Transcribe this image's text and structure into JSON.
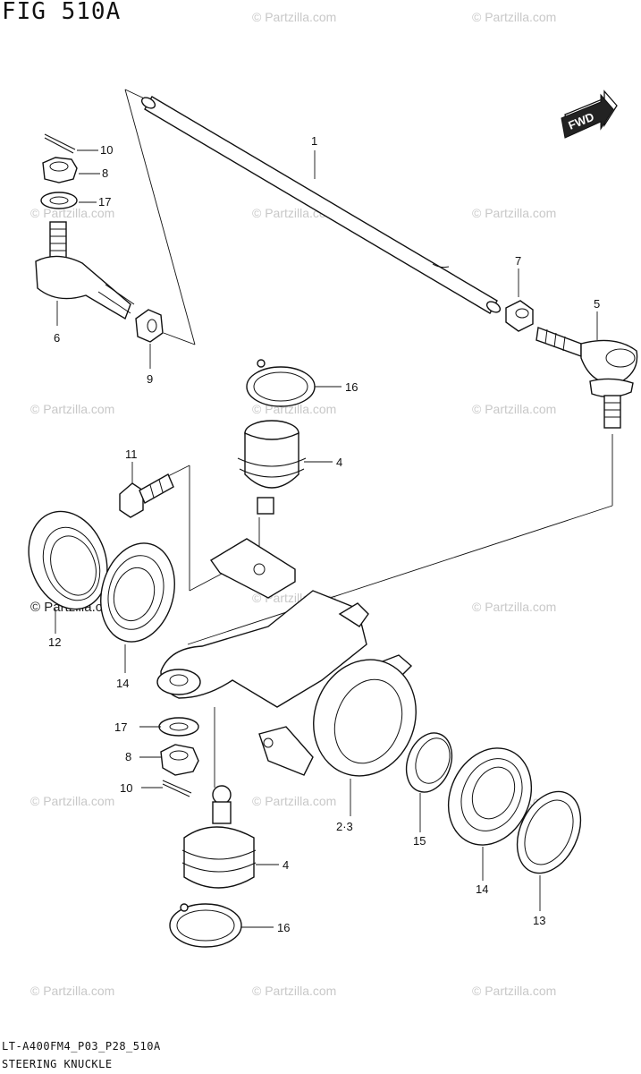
{
  "figure_title": "FIG 510A",
  "direction_badge": "FWD",
  "watermark_text": "© Partzilla.com",
  "callouts": {
    "p1": "1",
    "p2_3": "2·3",
    "p4_upper": "4",
    "p4_lower": "4",
    "p5": "5",
    "p6": "6",
    "p7": "7",
    "p8_upper": "8",
    "p8_lower": "8",
    "p9": "9",
    "p10_upper": "10",
    "p10_lower": "10",
    "p11": "11",
    "p12": "12",
    "p13": "13",
    "p14_left": "14",
    "p14_right": "14",
    "p15": "15",
    "p16_upper": "16",
    "p16_lower": "16",
    "p17_upper": "17",
    "p17_lower": "17"
  },
  "footer": {
    "code": "LT-A400FM4_P03_P28_510A",
    "caption": "STEERING KNUCKLE"
  }
}
